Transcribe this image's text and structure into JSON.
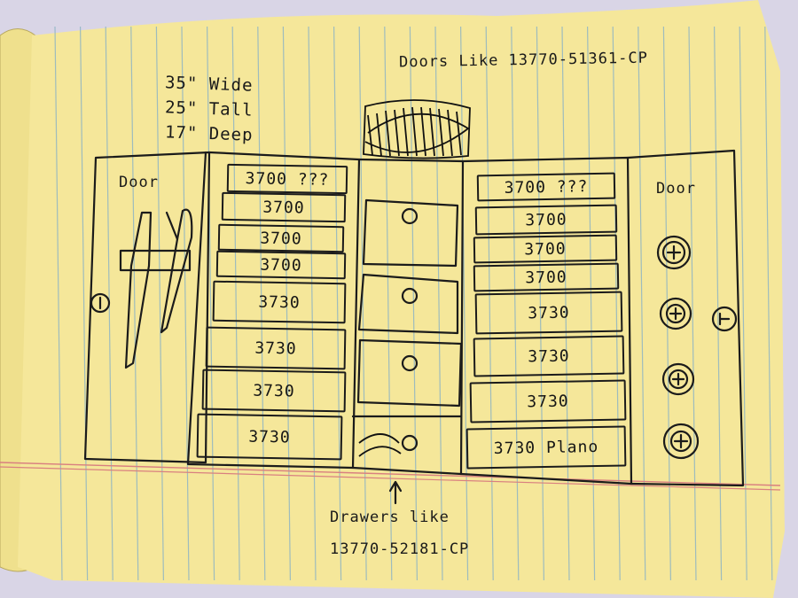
{
  "notes": {
    "dimensions": [
      "35\" Wide",
      "25\" Tall",
      "17\" Deep"
    ],
    "doors_ref": "Doors Like 13770-51361-CP",
    "drawers_ref": [
      "Drawers like",
      "13770-52181-CP"
    ]
  },
  "left_door": {
    "label": "Door"
  },
  "right_door": {
    "label": "Door"
  },
  "left_bins": [
    "3700 ???",
    "3700",
    "3700",
    "3700",
    "3730",
    "3730",
    "3730",
    "3730"
  ],
  "right_bins": [
    "3700 ???",
    "3700",
    "3700",
    "3700",
    "3730",
    "3730",
    "3730",
    "3730 Plano"
  ],
  "colors": {
    "paper": "#f5e79a",
    "rule_line": "#8fb5c4",
    "margin_line": "#d98080",
    "ink": "#1b1b1b",
    "background": "#d9d5e6"
  }
}
